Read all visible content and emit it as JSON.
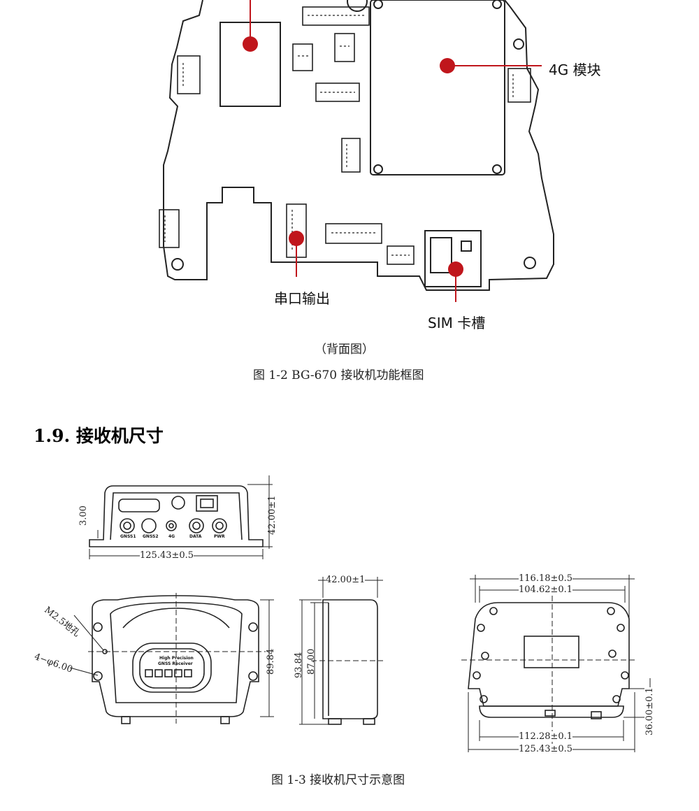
{
  "figure1": {
    "callouts": {
      "module_4g": "4G 模块",
      "serial_out": "串口输出",
      "sim_slot": "SIM 卡槽"
    },
    "view_label": "（背面图）",
    "caption": "图 1-2 BG-670 接收机功能框图",
    "accent_color": "#c0161c"
  },
  "section": {
    "heading": "1.9. 接收机尺寸"
  },
  "figure2": {
    "top_view": {
      "width": "125.43±0.5",
      "height": "42.00±1",
      "offset": "3.00",
      "ports": [
        "GNSS1",
        "GNSS2",
        "4G",
        "DATA",
        "PWR"
      ]
    },
    "front_view": {
      "hole_label": "M2.5地孔",
      "mount_label": "4−φ6.00",
      "height": "89.84",
      "badge_line1": "High Precision",
      "badge_line2": "GNSS Receiver"
    },
    "side_view": {
      "depth": "42.00±1",
      "height_outer": "93.84",
      "height_inner": "87.00"
    },
    "back_view": {
      "width_outer": "116.18±0.5",
      "width_inner": "104.62±0.1",
      "width_bottom_inner": "112.28±0.1",
      "width_bottom_outer": "125.43±0.5",
      "height": "36.00±0.1"
    },
    "caption": "图 1-3 接收机尺寸示意图"
  }
}
